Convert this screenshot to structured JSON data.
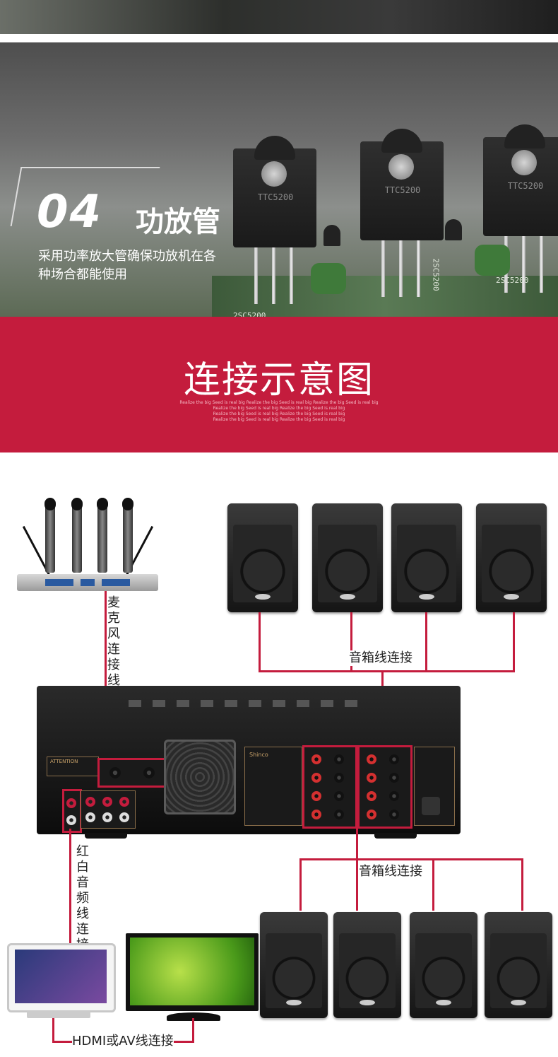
{
  "tube_section": {
    "number": "04",
    "title": "功放管",
    "description_lines": [
      "采用功率放大管确保功放机在各",
      "种场合都能使用"
    ],
    "transistor_marks": [
      "TTC5200",
      "TTC5200",
      "TTC5200"
    ],
    "board_marks": [
      "2SC5200",
      "2SC5200",
      "2SC5200"
    ]
  },
  "diagram_header": {
    "title": "连接示意图",
    "subtitle_lines": [
      "Realize the big Seed is real big Realize the big Seed is real big Realize the big Seed is real big",
      "Realize the big Seed is real big Realize the big Seed is real big",
      "Realize the big Seed is real big Realize the big Seed is real big",
      "Realize the big Seed is real big Realize the big Seed is real big"
    ]
  },
  "diagram": {
    "mic_cable_label": "麦克风连接线",
    "speaker_cable_label_top": "音箱线连接",
    "speaker_cable_label_bottom": "音箱线连接",
    "audio_cable_label": "红白音频线连接",
    "hdmi_label": "HDMI或AV线连接",
    "amp_attention": "ATTENTION",
    "amp_brand": "Shinco"
  },
  "colors": {
    "accent_red": "#c41c3d",
    "banner_text": "#ffffff"
  }
}
